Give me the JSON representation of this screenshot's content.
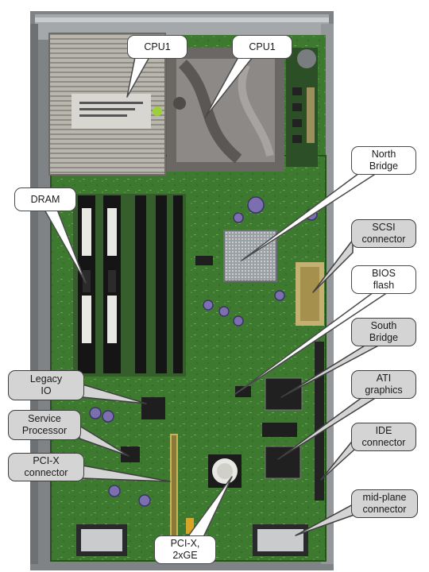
{
  "image": {
    "subject": "server-motherboard-photo",
    "palette": {
      "pcb": "#3f7a32",
      "chassis": "#8a8d90",
      "heatsink": "#b7b4ad",
      "callout_white": "#ffffff",
      "callout_grey": "#d4d4d4"
    }
  },
  "callouts": {
    "cpu1_left": {
      "lines": [
        "CPU1"
      ]
    },
    "cpu1_right": {
      "lines": [
        "CPU1"
      ]
    },
    "north_bridge": {
      "lines": [
        "North",
        "Bridge"
      ]
    },
    "dram": {
      "lines": [
        "DRAM"
      ]
    },
    "scsi": {
      "lines": [
        "SCSI",
        "connector"
      ]
    },
    "bios": {
      "lines": [
        "BIOS",
        "flash"
      ]
    },
    "south_bridge": {
      "lines": [
        "South",
        "Bridge"
      ]
    },
    "ati": {
      "lines": [
        "ATI",
        "graphics"
      ]
    },
    "legacy_io": {
      "lines": [
        "Legacy",
        "IO"
      ]
    },
    "service": {
      "lines": [
        "Service",
        "Processor"
      ]
    },
    "pcix_conn": {
      "lines": [
        "PCI-X",
        "connector"
      ]
    },
    "ide": {
      "lines": [
        "IDE",
        "connector"
      ]
    },
    "midplane": {
      "lines": [
        "mid-plane",
        "connector"
      ]
    },
    "pcix_ge": {
      "lines": [
        "PCI-X,",
        "2xGE"
      ]
    }
  }
}
